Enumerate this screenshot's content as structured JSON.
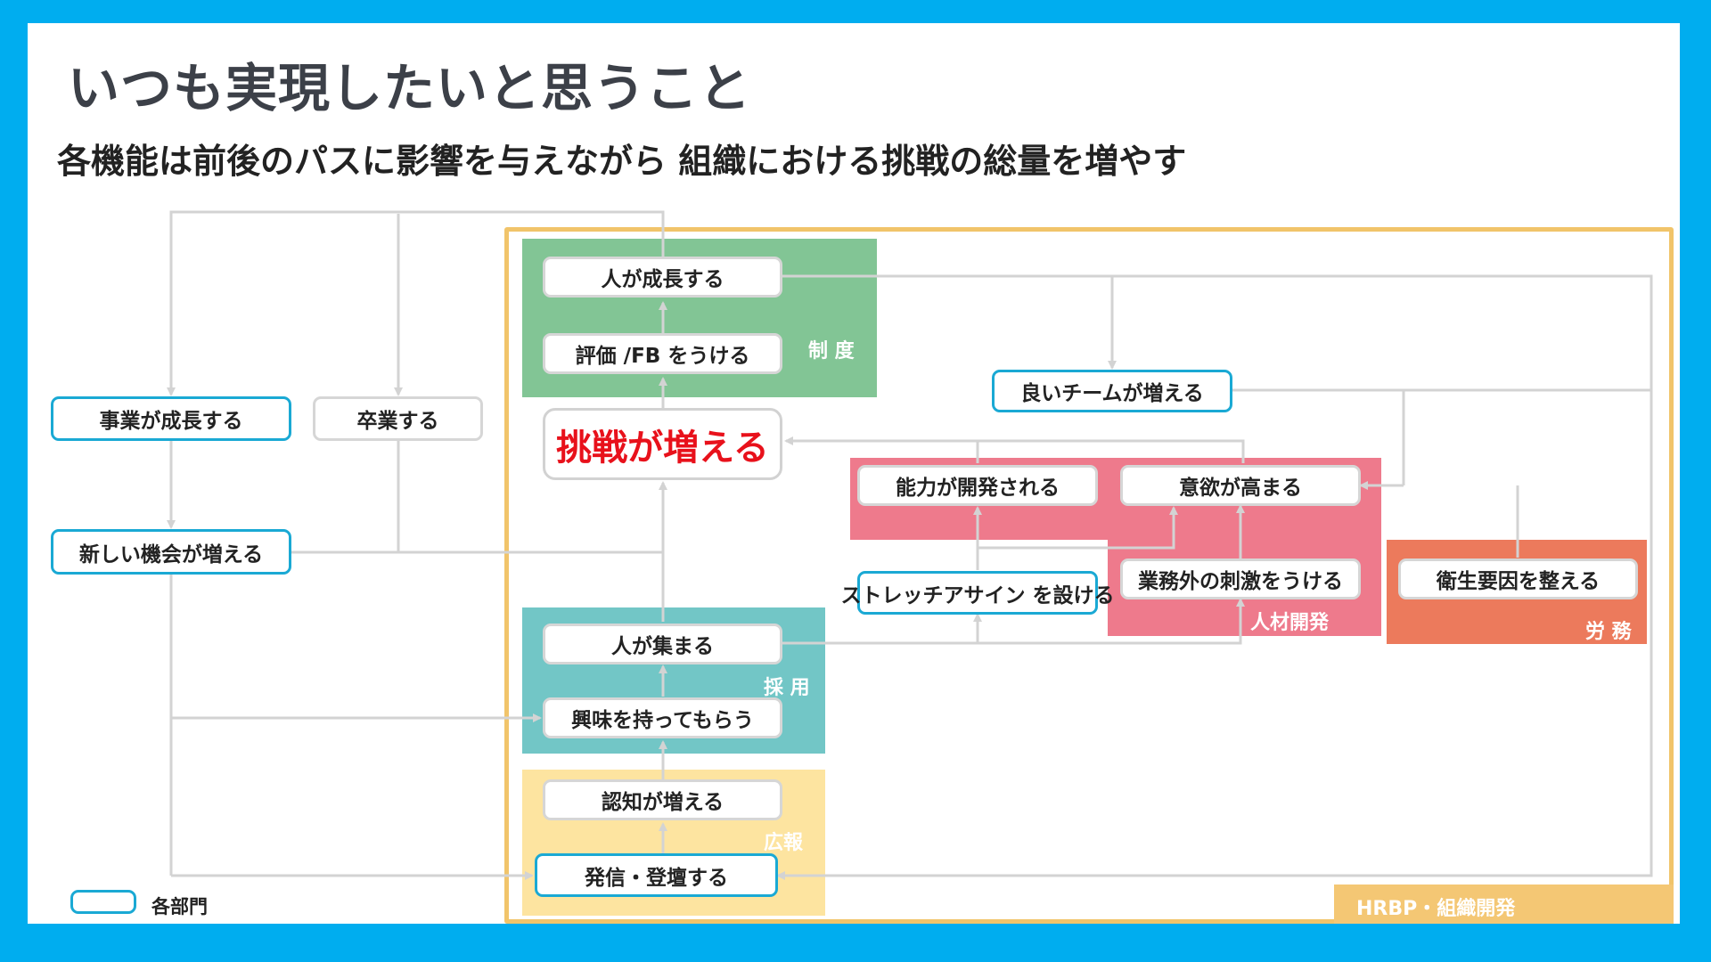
{
  "title": "いつも実現したいと思うこと",
  "subtitle": "各機能は前後のパスに影響を与えながら 組織における挑戦の総量を増やす",
  "regions": {
    "seido": "制 度",
    "saiyo": "採 用",
    "koho": "広報",
    "jinzai": "人材開発",
    "romu": "労 務",
    "hrbp": "HRBP・組織開発"
  },
  "nodes": {
    "jigyo_seicho": "事業が成長する",
    "sotsugyo": "卒業する",
    "atarashii_kikai": "新しい機会が増える",
    "hito_seicho": "人が成長する",
    "hyoka_fb": "評価 /FB をうける",
    "chosen": "挑戦が増える",
    "yoi_team": "良いチームが増える",
    "noryoku": "能力が開発される",
    "iyoku": "意欲が高まる",
    "stretch": "ストレッチアサイン を設ける",
    "gyomugai": "業務外の刺激をうける",
    "eisei": "衛生要因を整える",
    "hito_atsumaru": "人が集まる",
    "kyomi": "興味を持ってもらう",
    "ninchi": "認知が増える",
    "hasshin": "発信・登壇する"
  },
  "legend": {
    "label": "各部門"
  },
  "colors": {
    "background": "#00adef",
    "seido": "#82c595",
    "saiyo": "#72c6c6",
    "koho": "#fde4a0",
    "jinzai": "#ee7a8c",
    "romu": "#ec7a5c",
    "hrbp_frame": "#f1c46a",
    "dept_border": "#1aa9d4",
    "highlight_text": "#e8111b",
    "arrow": "#d3d3d3"
  }
}
